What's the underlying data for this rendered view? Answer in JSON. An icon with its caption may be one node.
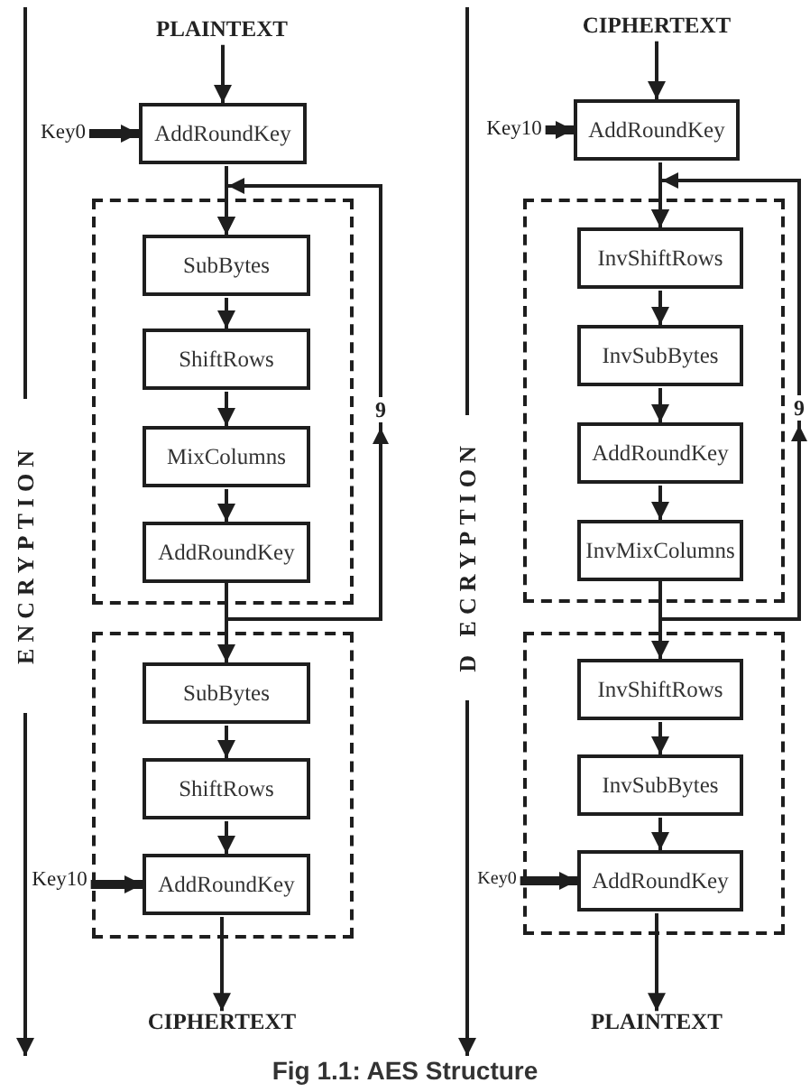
{
  "diagram": {
    "caption": "Fig 1.1: AES Structure",
    "nodes": [
      {
        "text": [
          "PLAINTEXT"
        ]
      },
      {
        "text": [
          "Key0"
        ]
      },
      {
        "text": [
          "AddRoundKey"
        ]
      },
      {
        "text": [],
        "shape": "box"
      },
      {
        "text": [
          "SubBytes"
        ],
        "in": 3
      },
      {
        "text": [
          "ShiftRows"
        ],
        "in": 3
      },
      {
        "text": [
          "MixColumns"
        ],
        "in": 3
      },
      {
        "text": [
          "AddRoundKey"
        ],
        "in": 3
      },
      {
        "text": [],
        "shape": "box"
      },
      {
        "text": [
          "SubBytes"
        ],
        "in": 8
      },
      {
        "text": [
          "ShiftRows"
        ],
        "in": 8
      },
      {
        "text": [
          "AddRoundKey"
        ],
        "in": 8
      },
      {
        "text": [
          "Key10"
        ]
      },
      {
        "text": [
          "CIPHERTEXT"
        ]
      },
      {
        "text": [
          "CIPHERTEXT"
        ]
      },
      {
        "text": [
          "Key10"
        ]
      },
      {
        "text": [
          "AddRoundKey"
        ]
      },
      {
        "text": [],
        "shape": "box"
      },
      {
        "text": [
          "InvShiftRows"
        ],
        "in": 17
      },
      {
        "text": [
          "InvSubBytes"
        ],
        "in": 17
      },
      {
        "text": [
          "AddRoundKey"
        ],
        "in": 17
      },
      {
        "text": [
          "InvMixColumns"
        ],
        "in": 17
      },
      {
        "text": [],
        "shape": "box"
      },
      {
        "text": [
          "InvShiftRows"
        ],
        "in": 22
      },
      {
        "text": [
          "InvSubBytes"
        ],
        "in": 22
      },
      {
        "text": [
          "AddRoundKey"
        ],
        "in": 22
      },
      {
        "text": [
          "Key0"
        ]
      },
      {
        "text": [
          "PLAINTEXT"
        ]
      }
    ],
    "edges": [
      {
        "from": 0,
        "to": 2,
        "arrow": "to"
      },
      {
        "from": 1,
        "to": 2,
        "arrow": "to",
        "style": "thick"
      },
      {
        "from": 2,
        "to": 4,
        "arrow": "to"
      },
      {
        "from": 4,
        "to": 5,
        "arrow": "to"
      },
      {
        "from": 5,
        "to": 6,
        "arrow": "to"
      },
      {
        "from": 6,
        "to": 7,
        "arrow": "to"
      },
      {
        "from": 7,
        "to": 4,
        "arrow": "to",
        "label": "9"
      },
      {
        "from": 7,
        "to": 9,
        "arrow": "to"
      },
      {
        "from": 9,
        "to": 10,
        "arrow": "to"
      },
      {
        "from": 10,
        "to": 11,
        "arrow": "to"
      },
      {
        "from": 12,
        "to": 11,
        "arrow": "to",
        "style": "thick"
      },
      {
        "from": 11,
        "to": 13,
        "arrow": "to"
      },
      {
        "from": 14,
        "to": 16,
        "arrow": "to"
      },
      {
        "from": 15,
        "to": 16,
        "arrow": "to",
        "style": "thick"
      },
      {
        "from": 16,
        "to": 18,
        "arrow": "to"
      },
      {
        "from": 18,
        "to": 19,
        "arrow": "to"
      },
      {
        "from": 19,
        "to": 20,
        "arrow": "to"
      },
      {
        "from": 20,
        "to": 21,
        "arrow": "to"
      },
      {
        "from": 21,
        "to": 18,
        "arrow": "to",
        "label": "9"
      },
      {
        "from": 21,
        "to": 23,
        "arrow": "to"
      },
      {
        "from": 23,
        "to": 24,
        "arrow": "to"
      },
      {
        "from": 24,
        "to": 25,
        "arrow": "to"
      },
      {
        "from": 26,
        "to": 25,
        "arrow": "to",
        "style": "thick"
      },
      {
        "from": 25,
        "to": 27,
        "arrow": "to"
      }
    ],
    "labels": [
      "ENCRYPTION",
      "D ECRYPTION"
    ]
  }
}
